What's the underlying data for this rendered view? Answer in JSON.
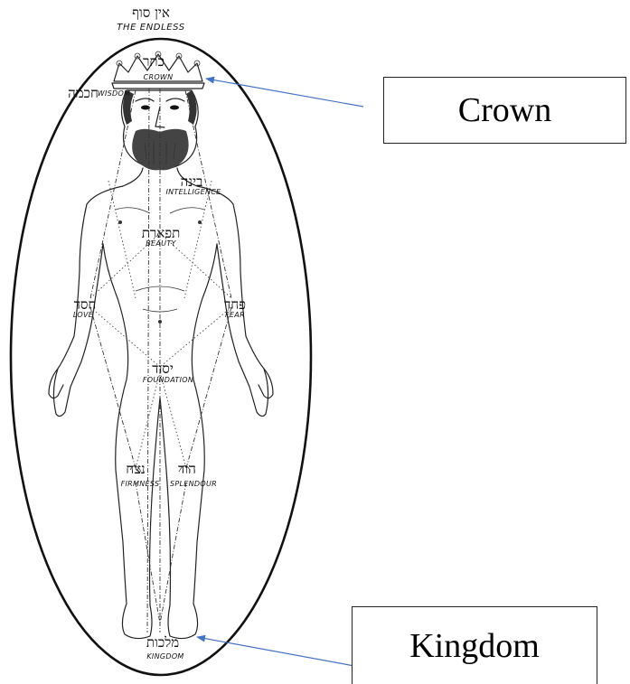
{
  "header": {
    "hebrew": "אין סוף",
    "english": "THE ENDLESS"
  },
  "sefirot": [
    {
      "key": "crown",
      "hebrew": "כתר",
      "english": "CROWN"
    },
    {
      "key": "wisdom",
      "hebrew": "חכמה",
      "english": "WISDOM"
    },
    {
      "key": "intelligence",
      "hebrew": "בינה",
      "english": "INTELLIGENCE"
    },
    {
      "key": "beauty",
      "hebrew": "תפארת",
      "english": "BEAUTY"
    },
    {
      "key": "love",
      "hebrew": "חסד",
      "english": "LOVE"
    },
    {
      "key": "fear",
      "hebrew": "פחד",
      "english": "FEAR"
    },
    {
      "key": "foundation",
      "hebrew": "יסוד",
      "english": "FOUNDATION"
    },
    {
      "key": "firmness",
      "hebrew": "נצח",
      "english": "FIRMNESS"
    },
    {
      "key": "splendour",
      "hebrew": "הוד",
      "english": "SPLENDOUR"
    },
    {
      "key": "kingdom",
      "hebrew": "מלכות",
      "english": "KINGDOM"
    }
  ],
  "callouts": {
    "crown": "Crown",
    "kingdom": "Kingdom"
  },
  "colors": {
    "arrow": "#4472c4",
    "ink": "#222222"
  }
}
